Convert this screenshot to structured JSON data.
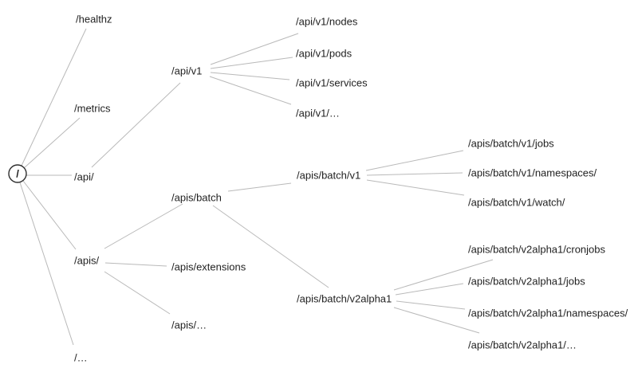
{
  "diagram": {
    "type": "tree",
    "description": "API server URL path tree",
    "colors": {
      "background": "#ffffff",
      "edge_line": "#b9b9b9",
      "label_text": "#1f1f1f",
      "root_circle_stroke": "#2e2e2e"
    },
    "nodes": [
      {
        "id": "root",
        "label": "/",
        "parent": null
      },
      {
        "id": "healthz",
        "label": "/healthz",
        "parent": "root"
      },
      {
        "id": "metrics",
        "label": "/metrics",
        "parent": "root"
      },
      {
        "id": "api",
        "label": "/api/",
        "parent": "root"
      },
      {
        "id": "apis",
        "label": "/apis/",
        "parent": "root"
      },
      {
        "id": "root-more",
        "label": "/…",
        "parent": "root"
      },
      {
        "id": "api-v1",
        "label": "/api/v1",
        "parent": "api"
      },
      {
        "id": "api-v1-nodes",
        "label": "/api/v1/nodes",
        "parent": "api-v1"
      },
      {
        "id": "api-v1-pods",
        "label": "/api/v1/pods",
        "parent": "api-v1"
      },
      {
        "id": "api-v1-services",
        "label": "/api/v1/services",
        "parent": "api-v1"
      },
      {
        "id": "api-v1-more",
        "label": "/api/v1/…",
        "parent": "api-v1"
      },
      {
        "id": "apis-batch",
        "label": "/apis/batch",
        "parent": "apis"
      },
      {
        "id": "apis-extensions",
        "label": "/apis/extensions",
        "parent": "apis"
      },
      {
        "id": "apis-more",
        "label": "/apis/…",
        "parent": "apis"
      },
      {
        "id": "batch-v1",
        "label": "/apis/batch/v1",
        "parent": "apis-batch"
      },
      {
        "id": "batch-v1-jobs",
        "label": "/apis/batch/v1/jobs",
        "parent": "batch-v1"
      },
      {
        "id": "batch-v1-namespaces",
        "label": "/apis/batch/v1/namespaces/",
        "parent": "batch-v1"
      },
      {
        "id": "batch-v1-watch",
        "label": "/apis/batch/v1/watch/",
        "parent": "batch-v1"
      },
      {
        "id": "batch-v2alpha1",
        "label": "/apis/batch/v2alpha1",
        "parent": "apis-batch"
      },
      {
        "id": "v2alpha1-cronjobs",
        "label": "/apis/batch/v2alpha1/cronjobs",
        "parent": "batch-v2alpha1"
      },
      {
        "id": "v2alpha1-jobs",
        "label": "/apis/batch/v2alpha1/jobs",
        "parent": "batch-v2alpha1"
      },
      {
        "id": "v2alpha1-namespaces",
        "label": "/apis/batch/v2alpha1/namespaces/",
        "parent": "batch-v2alpha1"
      },
      {
        "id": "v2alpha1-more",
        "label": "/apis/batch/v2alpha1/…",
        "parent": "batch-v2alpha1"
      }
    ]
  }
}
